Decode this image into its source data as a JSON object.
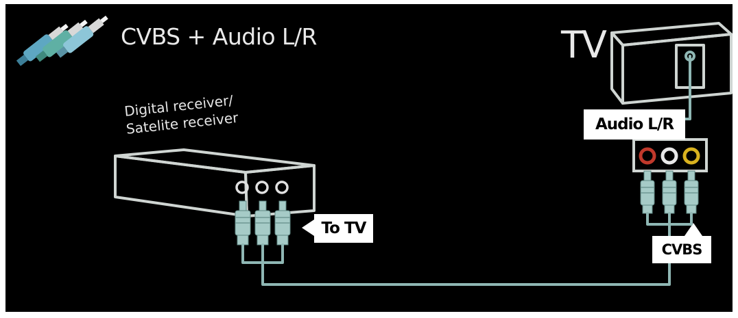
{
  "diagram": {
    "title": "CVBS + Audio L/R",
    "tv_label": "TV",
    "device_label": {
      "line1": "Digital receiver/",
      "line2": "Satelite receiver"
    },
    "tags": {
      "audio": "Audio L/R",
      "to_tv": "To TV",
      "cvbs": "CVBS"
    },
    "icons": {
      "header": "rca-connectors-icon"
    },
    "colors": {
      "background": "#000000",
      "outline": "#cfd5d2",
      "cable": "#8fb7b4",
      "plug": "#a6cbc7",
      "jack_red": "#c0392b",
      "jack_white": "#e8e8e8",
      "jack_yellow": "#d9b21f"
    }
  }
}
